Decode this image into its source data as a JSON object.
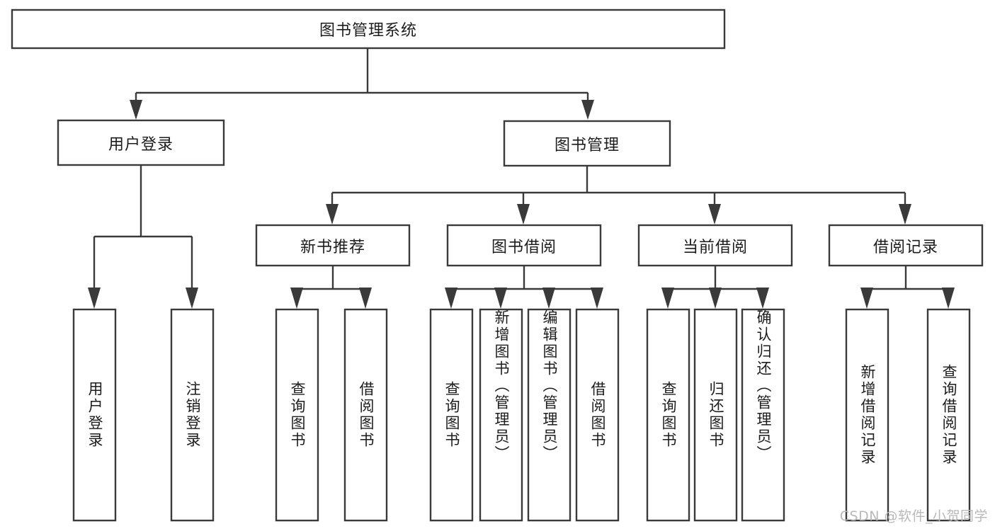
{
  "diagram": {
    "type": "hierarchy-tree",
    "orientation": "top-down",
    "root": {
      "label": "图书管理系统"
    },
    "level2": [
      {
        "label": "用户登录"
      },
      {
        "label": "图书管理"
      }
    ],
    "level3": [
      {
        "label": "新书推荐"
      },
      {
        "label": "图书借阅"
      },
      {
        "label": "当前借阅"
      },
      {
        "label": "借阅记录"
      }
    ],
    "leaves": {
      "user_login": [
        {
          "label": "用户登录"
        },
        {
          "label": "注销登录"
        }
      ],
      "new_book_recommend": [
        {
          "label": "查询图书"
        },
        {
          "label": "借阅图书"
        }
      ],
      "book_borrow": [
        {
          "label": "查询图书"
        },
        {
          "label": "新增图书（管理员）"
        },
        {
          "label": "编辑图书（管理员）"
        },
        {
          "label": "借阅图书"
        }
      ],
      "current_borrow": [
        {
          "label": "查询图书"
        },
        {
          "label": "归还图书"
        },
        {
          "label": "确认归还（管理员）"
        }
      ],
      "borrow_record": [
        {
          "label": "新增借阅记录"
        },
        {
          "label": "查询借阅记录"
        }
      ]
    }
  },
  "watermark": {
    "text": "CSDN @软件_小贺同学"
  },
  "colors": {
    "box_stroke": "#3a3a3a",
    "box_fill": "#ffffff",
    "text": "#1c1c1c",
    "watermark": "#b9b9b9",
    "background": "#ffffff"
  }
}
